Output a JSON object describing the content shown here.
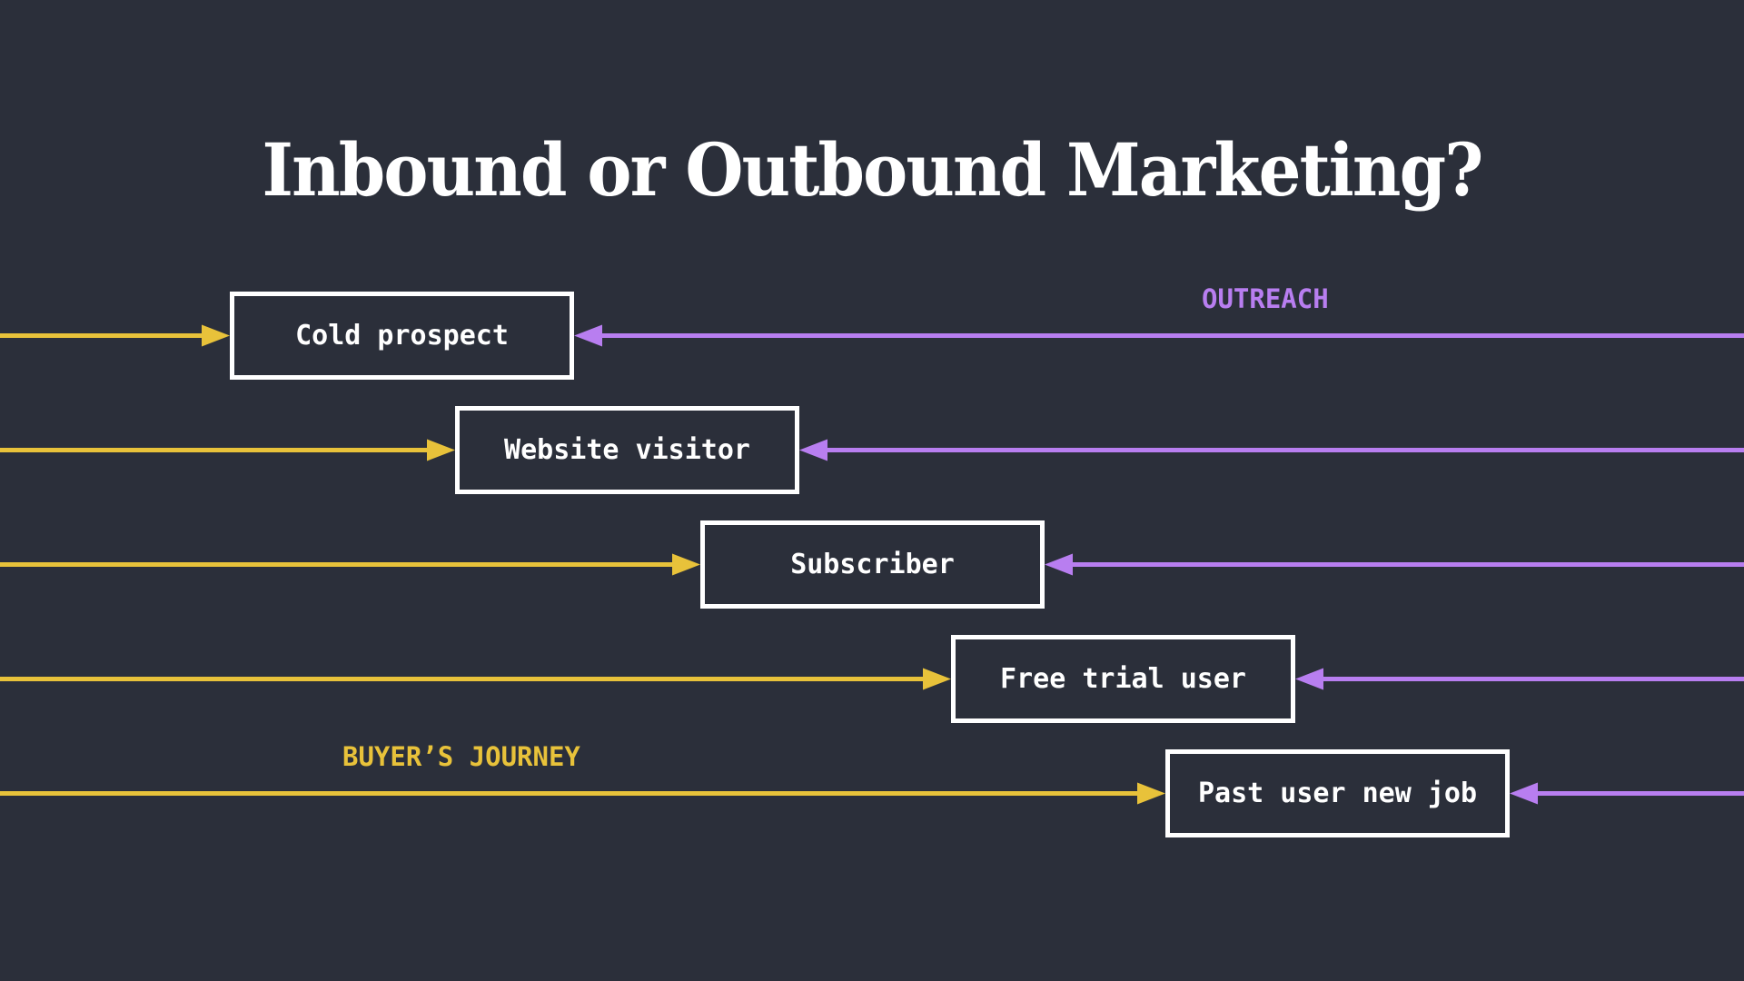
{
  "title": "Inbound or Outbound Marketing?",
  "labels": {
    "outreach": "OUTREACH",
    "buyers_journey": "BUYER’S JOURNEY"
  },
  "colors": {
    "background": "#2b2f3a",
    "inbound": "#e8c23a",
    "outbound": "#b87ef0",
    "node_border": "#ffffff",
    "text": "#ffffff"
  },
  "stages": [
    {
      "label": "Cold prospect"
    },
    {
      "label": "Website visitor"
    },
    {
      "label": "Subscriber"
    },
    {
      "label": "Free trial user"
    },
    {
      "label": "Past user new job"
    }
  ],
  "edges": [
    {
      "from": "left",
      "to": "Cold prospect",
      "color_key": "inbound"
    },
    {
      "from": "right",
      "to": "Cold prospect",
      "color_key": "outbound"
    },
    {
      "from": "left",
      "to": "Website visitor",
      "color_key": "inbound"
    },
    {
      "from": "right",
      "to": "Website visitor",
      "color_key": "outbound"
    },
    {
      "from": "left",
      "to": "Subscriber",
      "color_key": "inbound"
    },
    {
      "from": "right",
      "to": "Subscriber",
      "color_key": "outbound"
    },
    {
      "from": "left",
      "to": "Free trial user",
      "color_key": "inbound"
    },
    {
      "from": "right",
      "to": "Free trial user",
      "color_key": "outbound"
    },
    {
      "from": "left",
      "to": "Past user new job",
      "color_key": "inbound"
    },
    {
      "from": "right",
      "to": "Past user new job",
      "color_key": "outbound"
    }
  ]
}
